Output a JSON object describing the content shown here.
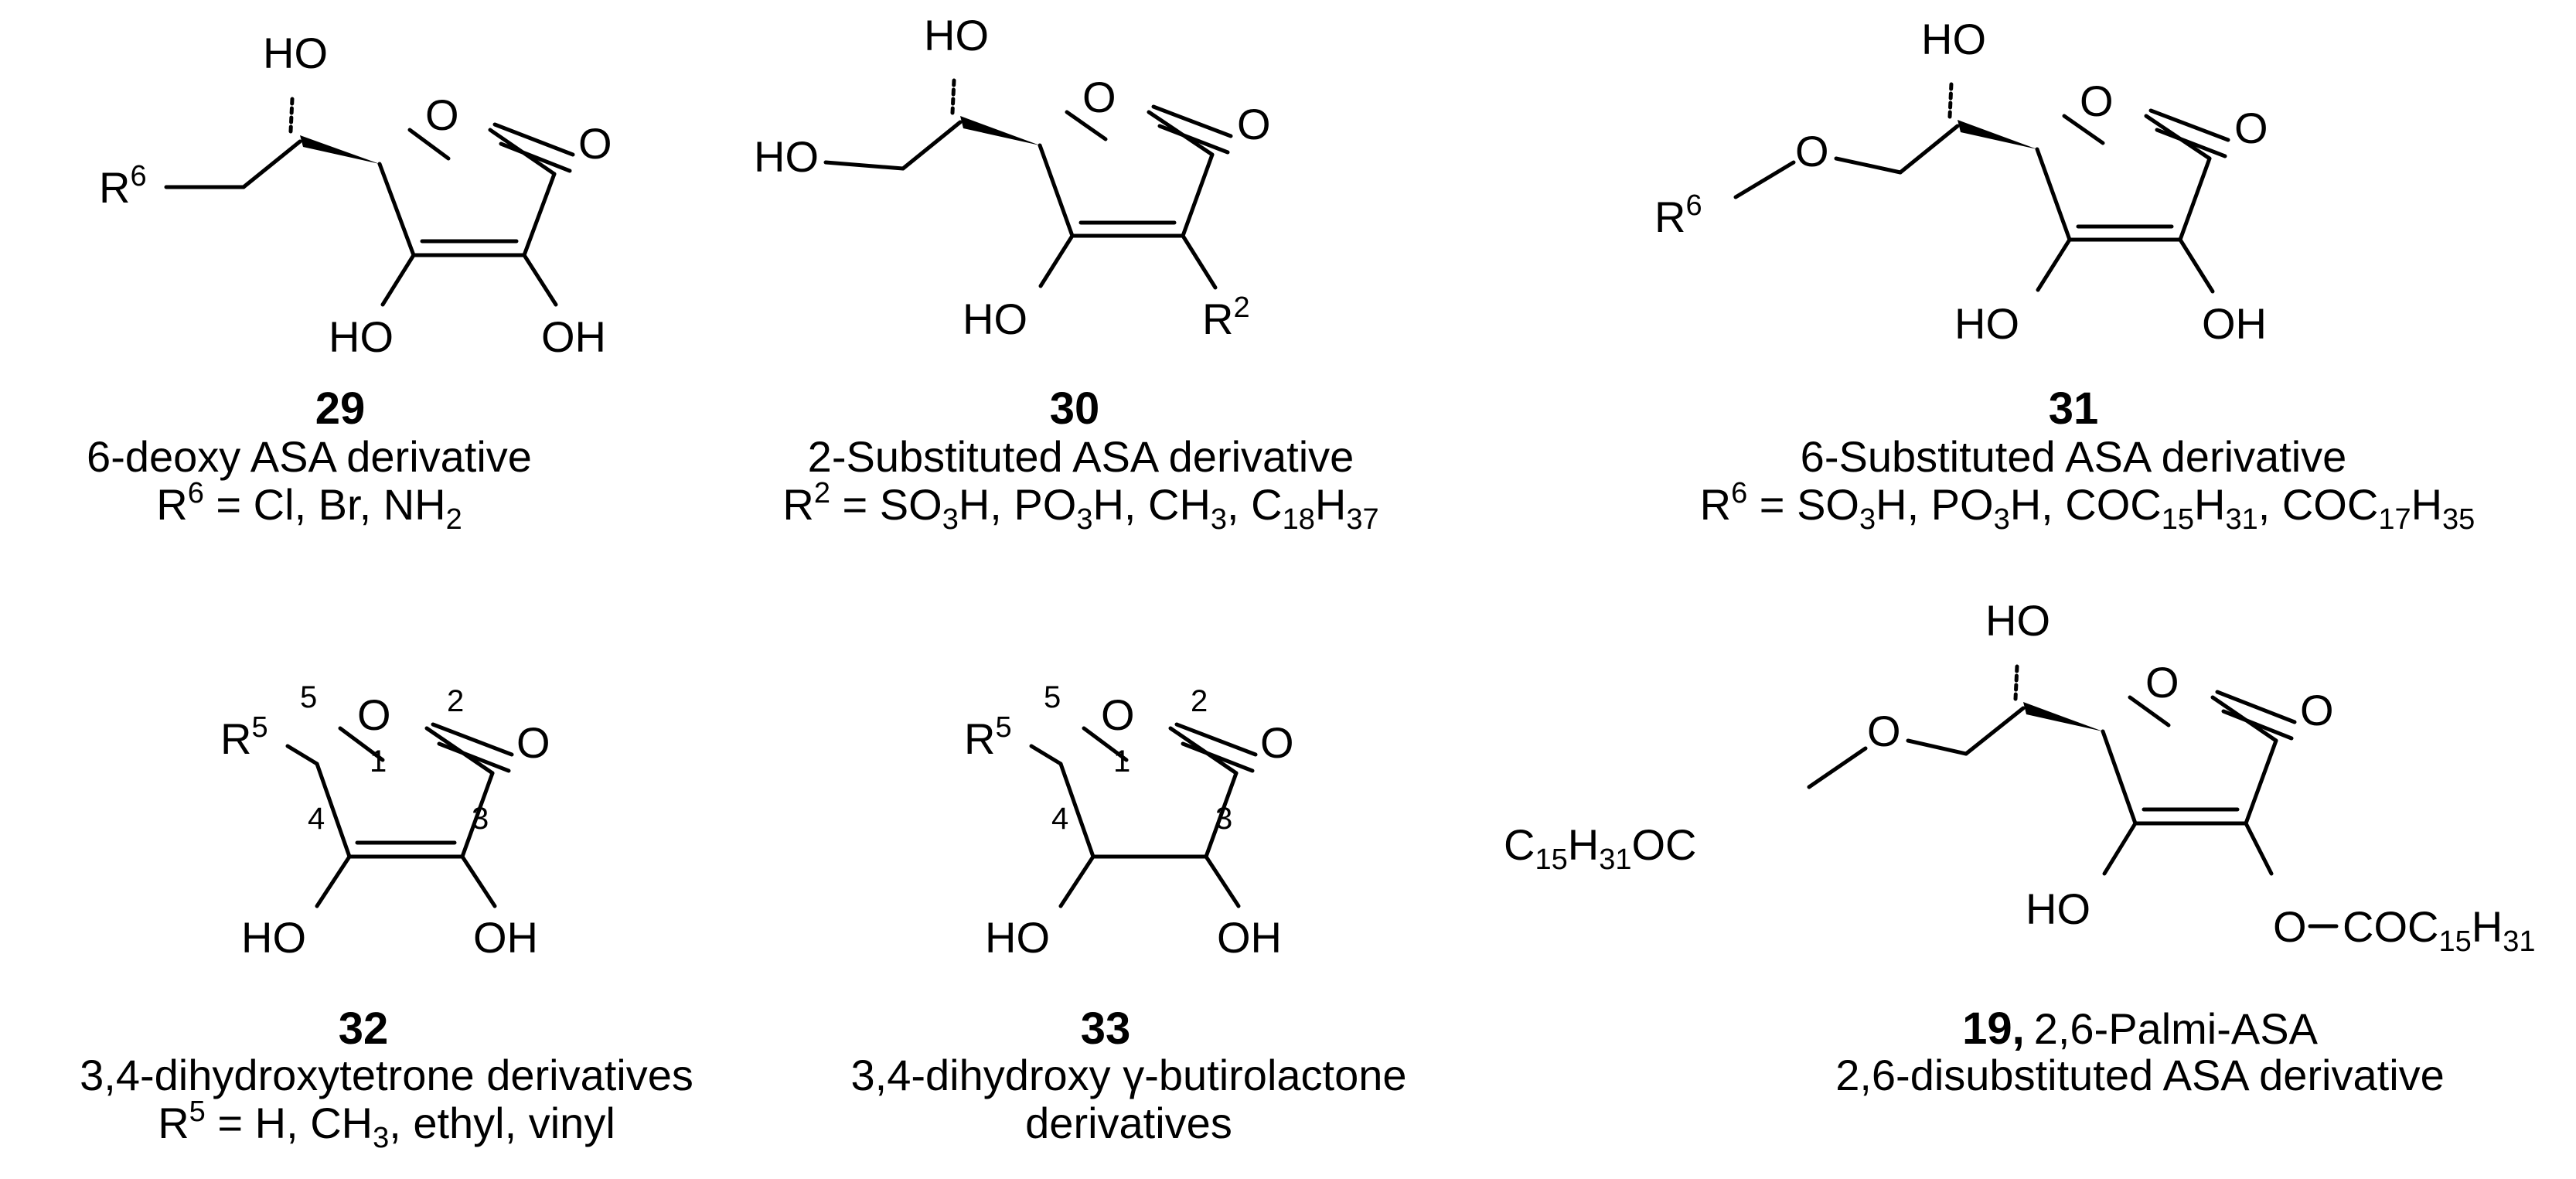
{
  "figure": {
    "compounds": [
      {
        "id": "29",
        "name": "6-deoxy ASA derivative",
        "substituent": "R6 = Cl, Br, NH2",
        "atoms": {
          "ho_top": "HO",
          "o_ring": "O",
          "o_carbonyl": "O",
          "ho_left": "HO",
          "oh_right": "OH",
          "r": "R",
          "r_sup": "6"
        }
      },
      {
        "id": "30",
        "name": "2-Substituted ASA derivative",
        "substituent": "R2 = SO3H, PO3H, CH3, C18H37",
        "atoms": {
          "ho_top": "HO",
          "ho_side": "HO",
          "o_ring": "O",
          "o_carbonyl": "O",
          "ho_left": "HO",
          "r": "R",
          "r_sup": "2"
        }
      },
      {
        "id": "31",
        "name": "6-Substituted ASA derivative",
        "substituent": "R6 = SO3H, PO3H, COC15H31, COC17H35",
        "atoms": {
          "ho_top": "HO",
          "o_ether": "O",
          "o_ring": "O",
          "o_carbonyl": "O",
          "ho_left": "HO",
          "oh_right": "OH",
          "r": "R",
          "r_sup": "6"
        }
      },
      {
        "id": "32",
        "name": "3,4-dihydroxytetrone derivatives",
        "substituent": "R5 = H, CH3, ethyl, vinyl",
        "atoms": {
          "r": "R",
          "r_sup": "5",
          "o_ring": "O",
          "o_carbonyl": "O",
          "ho_left": "HO",
          "oh_right": "OH"
        },
        "ring_numbers": [
          "5",
          "1",
          "2",
          "4",
          "3"
        ]
      },
      {
        "id": "33",
        "name": "3,4-dihydroxy γ-butirolactone",
        "name_line2": "derivatives",
        "atoms": {
          "r": "R",
          "r_sup": "5",
          "o_ring": "O",
          "o_carbonyl": "O",
          "ho_left": "HO",
          "oh_right": "OH"
        },
        "ring_numbers": [
          "5",
          "1",
          "2",
          "4",
          "3"
        ]
      },
      {
        "id": "19,",
        "name": "2,6-Palmi-ASA",
        "description": "2,6-disubstituted ASA derivative",
        "atoms": {
          "ho_top": "HO",
          "o_ether": "O",
          "o_ring": "O",
          "o_carbonyl": "O",
          "ho_left": "HO",
          "o_ester": "O",
          "acyl_left": "C15H31OC",
          "acyl_right": "COC15H31"
        }
      }
    ]
  }
}
